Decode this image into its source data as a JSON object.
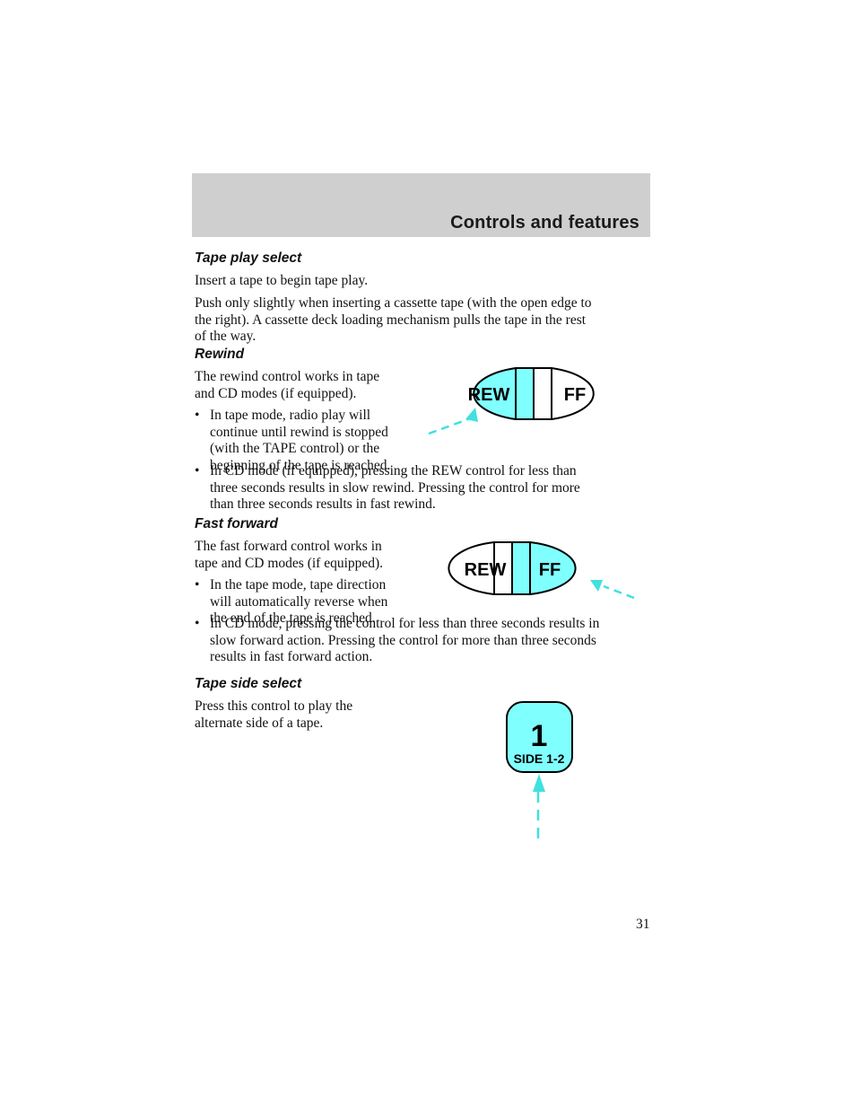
{
  "header": {
    "title": "Controls and features"
  },
  "tape_play": {
    "heading": "Tape play select",
    "p1": "Insert a tape to begin tape play.",
    "p2_lines": [
      "Push only slightly when inserting a cassette tape (with the open edge to",
      "the right). A cassette deck loading mechanism pulls the tape in the rest",
      "of the way."
    ]
  },
  "rewind": {
    "heading": "Rewind",
    "intro_lines": [
      "The rewind control works in tape",
      "and CD modes (if equipped)."
    ],
    "bullet1_lines": [
      "In tape mode, radio play will",
      "continue until rewind is stopped",
      "(with the TAPE control) or the",
      "beginning of the tape is reached."
    ],
    "bullet2_lines": [
      "In CD mode (if equipped), pressing the REW control for less than",
      "three seconds results in slow rewind. Pressing the control for more",
      "than three seconds results in fast rewind."
    ]
  },
  "fast_forward": {
    "heading": "Fast forward",
    "intro_lines": [
      "The fast forward control works in",
      "tape and CD modes (if equipped)."
    ],
    "bullet1_lines": [
      "In the tape mode, tape direction",
      "will automatically reverse when",
      "the end of the tape is reached."
    ],
    "bullet2_lines": [
      "In CD mode, pressing the control for less than three seconds results in",
      "slow forward action. Pressing the control for more than three seconds",
      "results in fast forward action."
    ]
  },
  "tape_side": {
    "heading": "Tape side select",
    "intro_lines": [
      "Press this control to play the",
      "alternate side of a tape."
    ]
  },
  "diagrams": {
    "rew_label": "REW",
    "ff_label": "FF",
    "side_number": "1",
    "side_label": "SIDE 1-2",
    "highlight_color": "#80ffff"
  },
  "bullet_glyph": "•",
  "page_number": "31"
}
